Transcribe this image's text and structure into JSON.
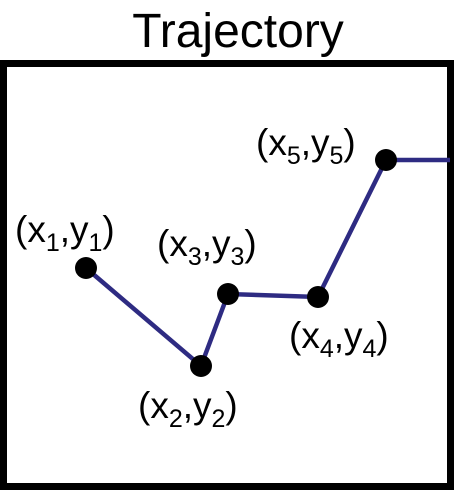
{
  "title": "Trajectory",
  "colors": {
    "path": "#2e2b82",
    "point": "#000000",
    "frame": "#000000",
    "background": "#ffffff"
  },
  "points": [
    {
      "base_x": "x",
      "sub_x": "1",
      "base_y": "y",
      "sub_y": "1"
    },
    {
      "base_x": "x",
      "sub_x": "2",
      "base_y": "y",
      "sub_y": "2"
    },
    {
      "base_x": "x",
      "sub_x": "3",
      "base_y": "y",
      "sub_y": "3"
    },
    {
      "base_x": "x",
      "sub_x": "4",
      "base_y": "y",
      "sub_y": "4"
    },
    {
      "base_x": "x",
      "sub_x": "5",
      "base_y": "y",
      "sub_y": "5"
    }
  ]
}
